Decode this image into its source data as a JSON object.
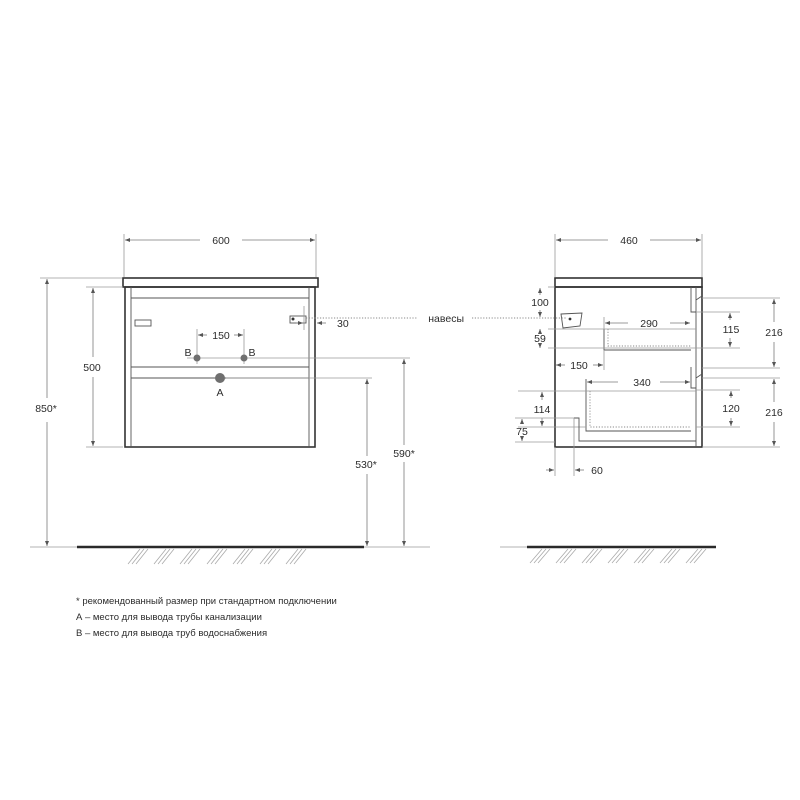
{
  "drawing": {
    "front_view": {
      "width": "600",
      "height_body": "500",
      "height_total": "850*",
      "hinge_offset": "30",
      "supply_spacing": "150",
      "supply_label_left": "B",
      "supply_label_right": "B",
      "drain_label": "A",
      "drain_height": "530*",
      "supply_height": "590*"
    },
    "side_view": {
      "depth": "460",
      "hinge_label": "навесы",
      "top_to_hinge": "100",
      "hinge_to_drawer": "59",
      "upper_drawer_depth": "290",
      "upper_drawer_height": "115",
      "upper_front_height": "216",
      "back_offset": "150",
      "lower_drawer_depth": "340",
      "lower_drawer_inner": "114",
      "lower_drawer_height": "120",
      "lower_front_height": "216",
      "bottom_clearance": "75",
      "cutout_width": "60"
    }
  },
  "notes": [
    "* рекомендованный размер при стандартном подключении",
    "А – место для вывода трубы канализации",
    "В – место для вывода труб водоснабжения"
  ],
  "colors": {
    "outline": "#333333",
    "dimension": "#9a9a9a",
    "floor": "#2a2a2a",
    "pipe_dot": "#6f6f6f"
  }
}
